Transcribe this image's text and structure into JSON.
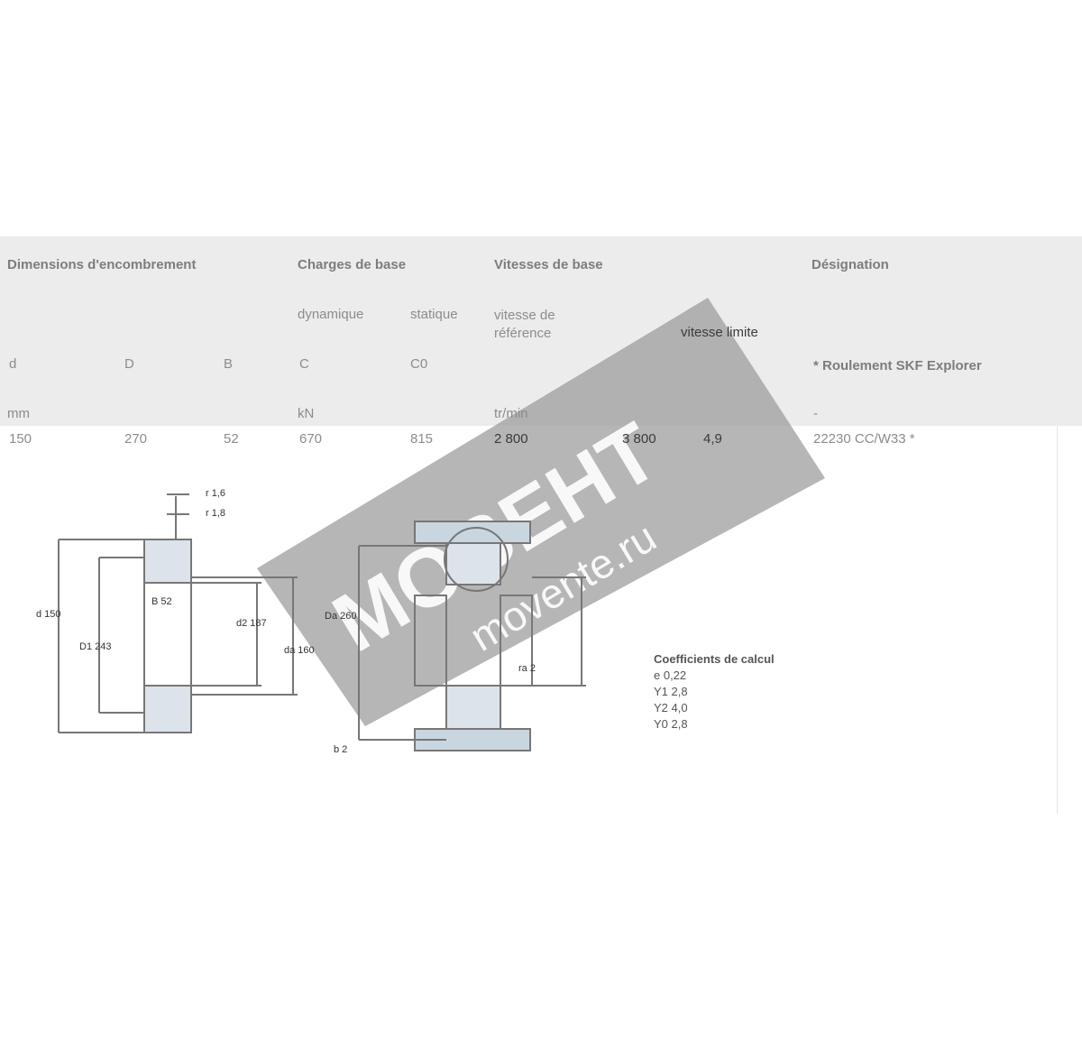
{
  "table": {
    "group_headers": {
      "dimensions": "Dimensions d'encombrement",
      "loads": "Charges de base",
      "speeds": "Vitesses de base",
      "designation": "Désignation"
    },
    "sub_headers": {
      "dynamic": "dynamique",
      "static": "statique",
      "reference_speed": "vitesse de référence",
      "limit_speed": "vitesse limite",
      "explorer_note": "* Roulement SKF Explorer"
    },
    "symbols": {
      "d": "d",
      "D": "D",
      "B": "B",
      "C": "C",
      "C0": "C0"
    },
    "units": {
      "mm": "mm",
      "kN": "kN",
      "rpm": "tr/min",
      "dash": "-"
    },
    "rows": [
      {
        "d": "150",
        "D": "270",
        "B": "52",
        "C": "670",
        "C0": "815",
        "ref_speed": "2 800",
        "limit_speed": "3 800",
        "col8": "4,9",
        "designation": "22230 CC/W33 *"
      }
    ]
  },
  "drawing": {
    "labels": [
      "r 1,6",
      "r 1,8",
      "d 150",
      "D1 243",
      "d2 187",
      "B 52",
      "da 160",
      "Da 260",
      "ra 2",
      "b 2"
    ],
    "coefficients": {
      "title": "Coefficients de calcul",
      "items": [
        "e 0,22",
        "Y1 2,8",
        "Y2 4,0",
        "Y0 2,8"
      ]
    }
  },
  "watermark": {
    "brand": "МОВЕНТ",
    "url": "movente.ru",
    "color": "#9a9a9a"
  }
}
